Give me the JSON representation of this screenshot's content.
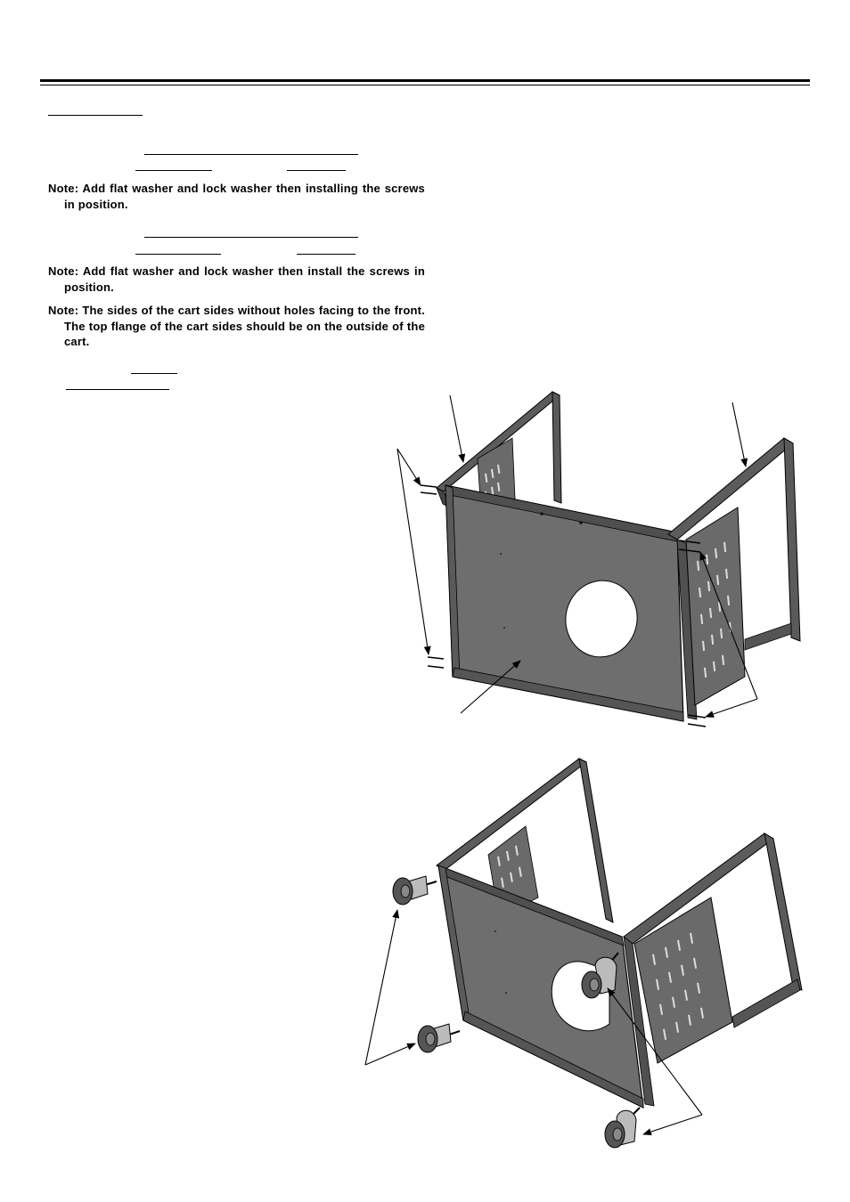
{
  "notes": [
    "Note: Add flat washer and lock washer then installing the screws in position.",
    "Note: Add flat washer and lock washer then install the screws in position.",
    "Note: The sides of the cart sides without holes facing to the front. The top flange of the cart sides should be on the outside of the cart."
  ],
  "colors": {
    "panel": "#6e6e6e",
    "panel_dark": "#4f4f4f",
    "frame": "#5c5c5c",
    "outline": "#000000"
  },
  "figures": [
    {
      "name": "cart-frame-assembly",
      "icon": "cart-sides-and-back-panel"
    },
    {
      "name": "caster-installation",
      "icon": "casters-attached-to-cart"
    }
  ]
}
